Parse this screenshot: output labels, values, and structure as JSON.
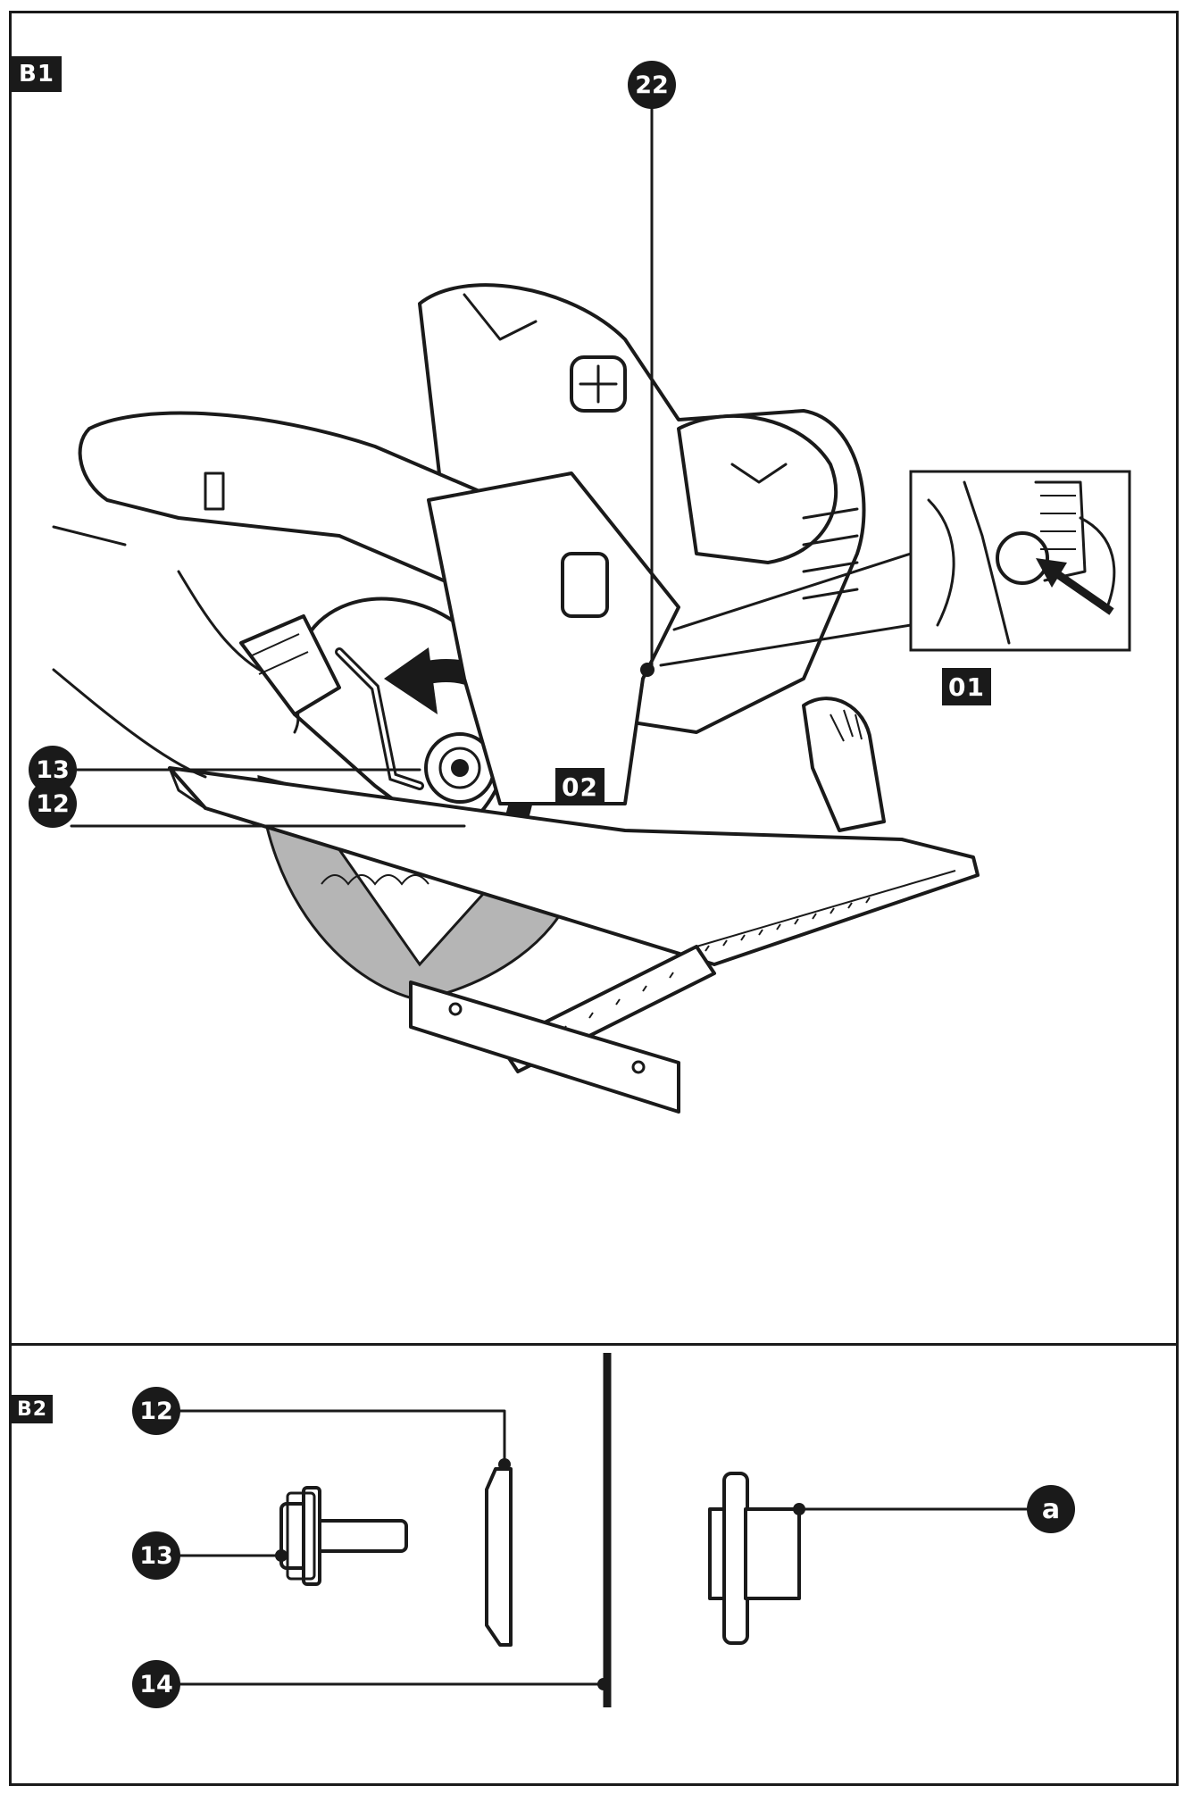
{
  "panel_b1": {
    "tag": "B1",
    "callouts": {
      "c22": "22",
      "c13": "13",
      "c12": "12"
    },
    "labels": {
      "l01": "01",
      "l02": "02"
    }
  },
  "panel_b2": {
    "tag": "B2",
    "callouts": {
      "c12": "12",
      "c13": "13",
      "c14": "14",
      "ca": "a"
    }
  }
}
